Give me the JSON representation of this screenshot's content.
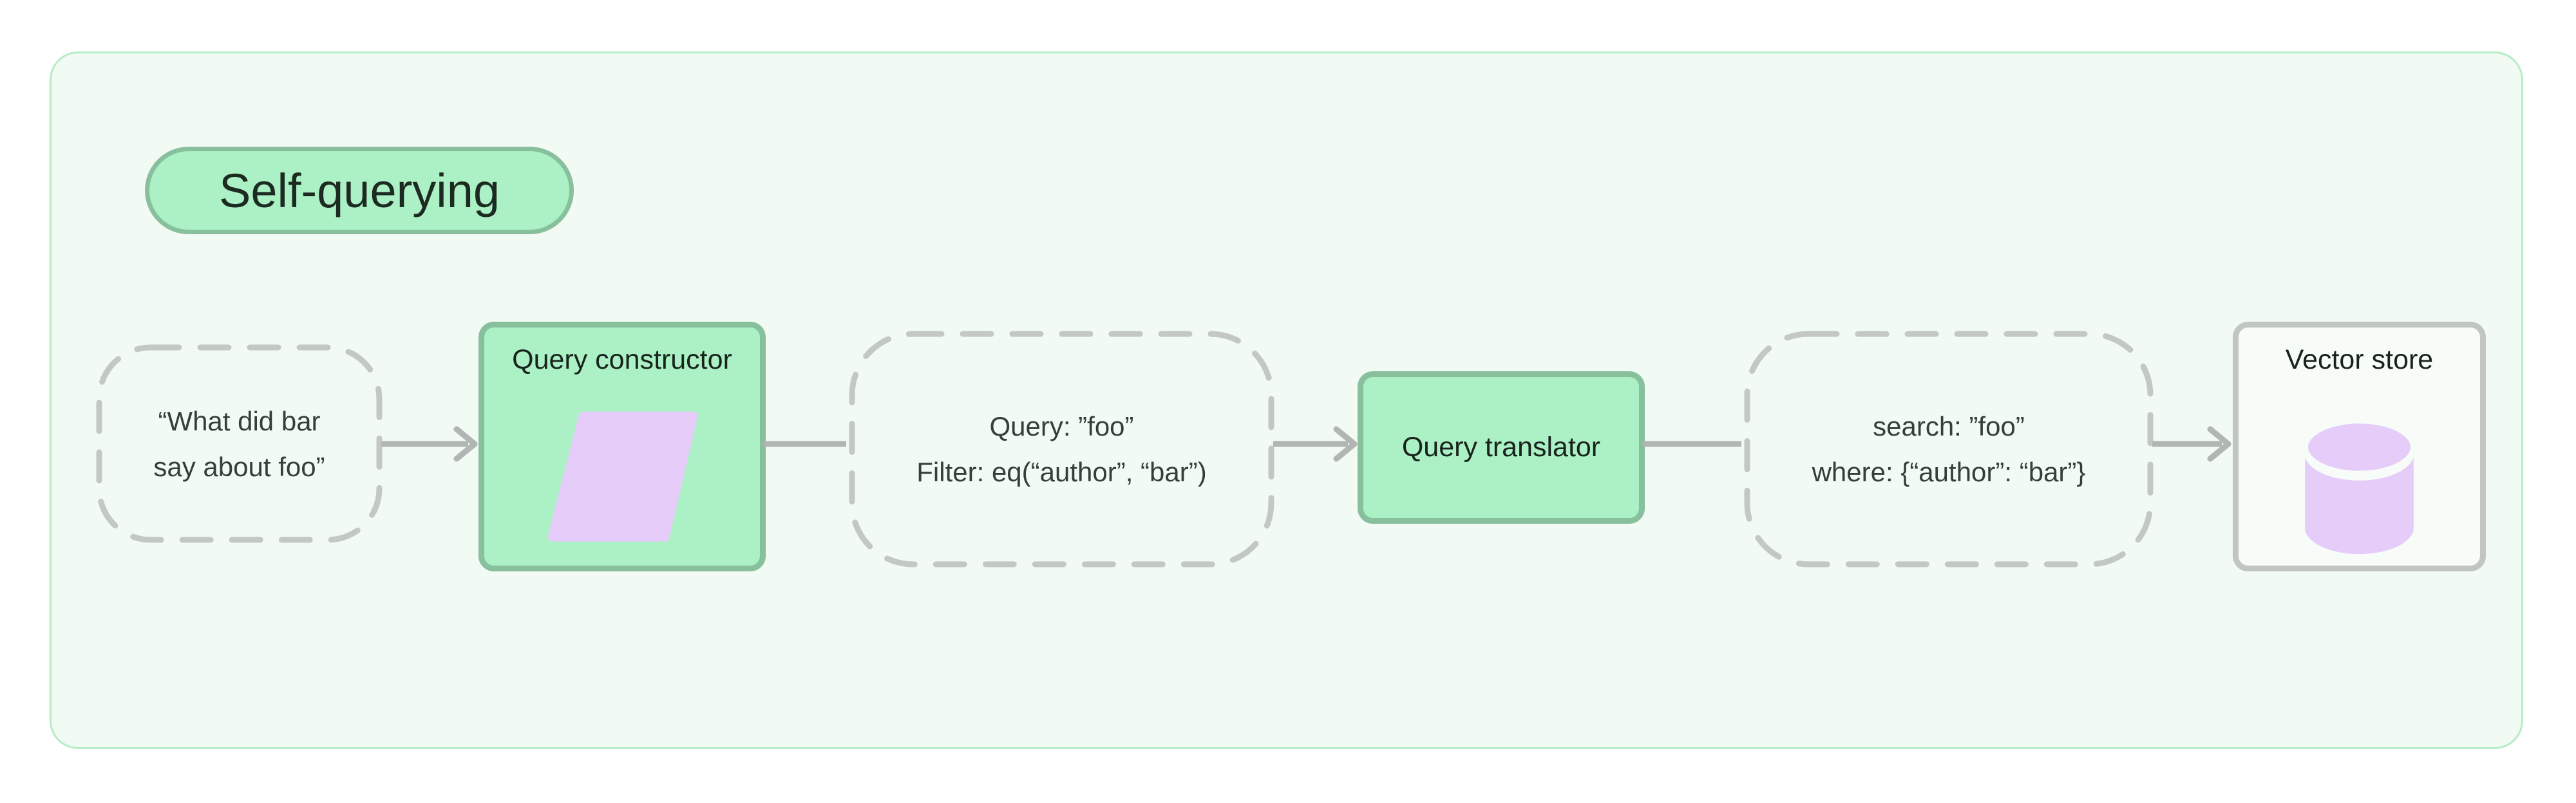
{
  "diagram": {
    "title": "Self-querying",
    "nodes": {
      "input": {
        "line1": "“What did bar",
        "line2": "say about foo”"
      },
      "query_constructor": {
        "label": "Query constructor",
        "icon": "parallelogram-icon"
      },
      "structured_query": {
        "line1": "Query: ”foo”",
        "line2": "Filter: eq(“author”, “bar”)"
      },
      "query_translator": {
        "label": "Query translator"
      },
      "native_query": {
        "line1": "search: ”foo”",
        "line2": "where: {“author”: “bar”}"
      },
      "vector_store": {
        "label": "Vector store",
        "icon": "database-icon"
      }
    },
    "colors": {
      "panel_bg": "#f1faf3",
      "panel_border": "#b6ecc6",
      "green_fill": "#abf1c5",
      "green_border": "#88bf9d",
      "purple": "#e6cdf9",
      "dash_gray": "#c4c8c4",
      "connector_gray": "#b2b6b2",
      "box_text": "#18231c",
      "node_text": "#363e38",
      "vector_fill": "#f7fcf8",
      "vector_border": "#c2c6c2"
    }
  }
}
